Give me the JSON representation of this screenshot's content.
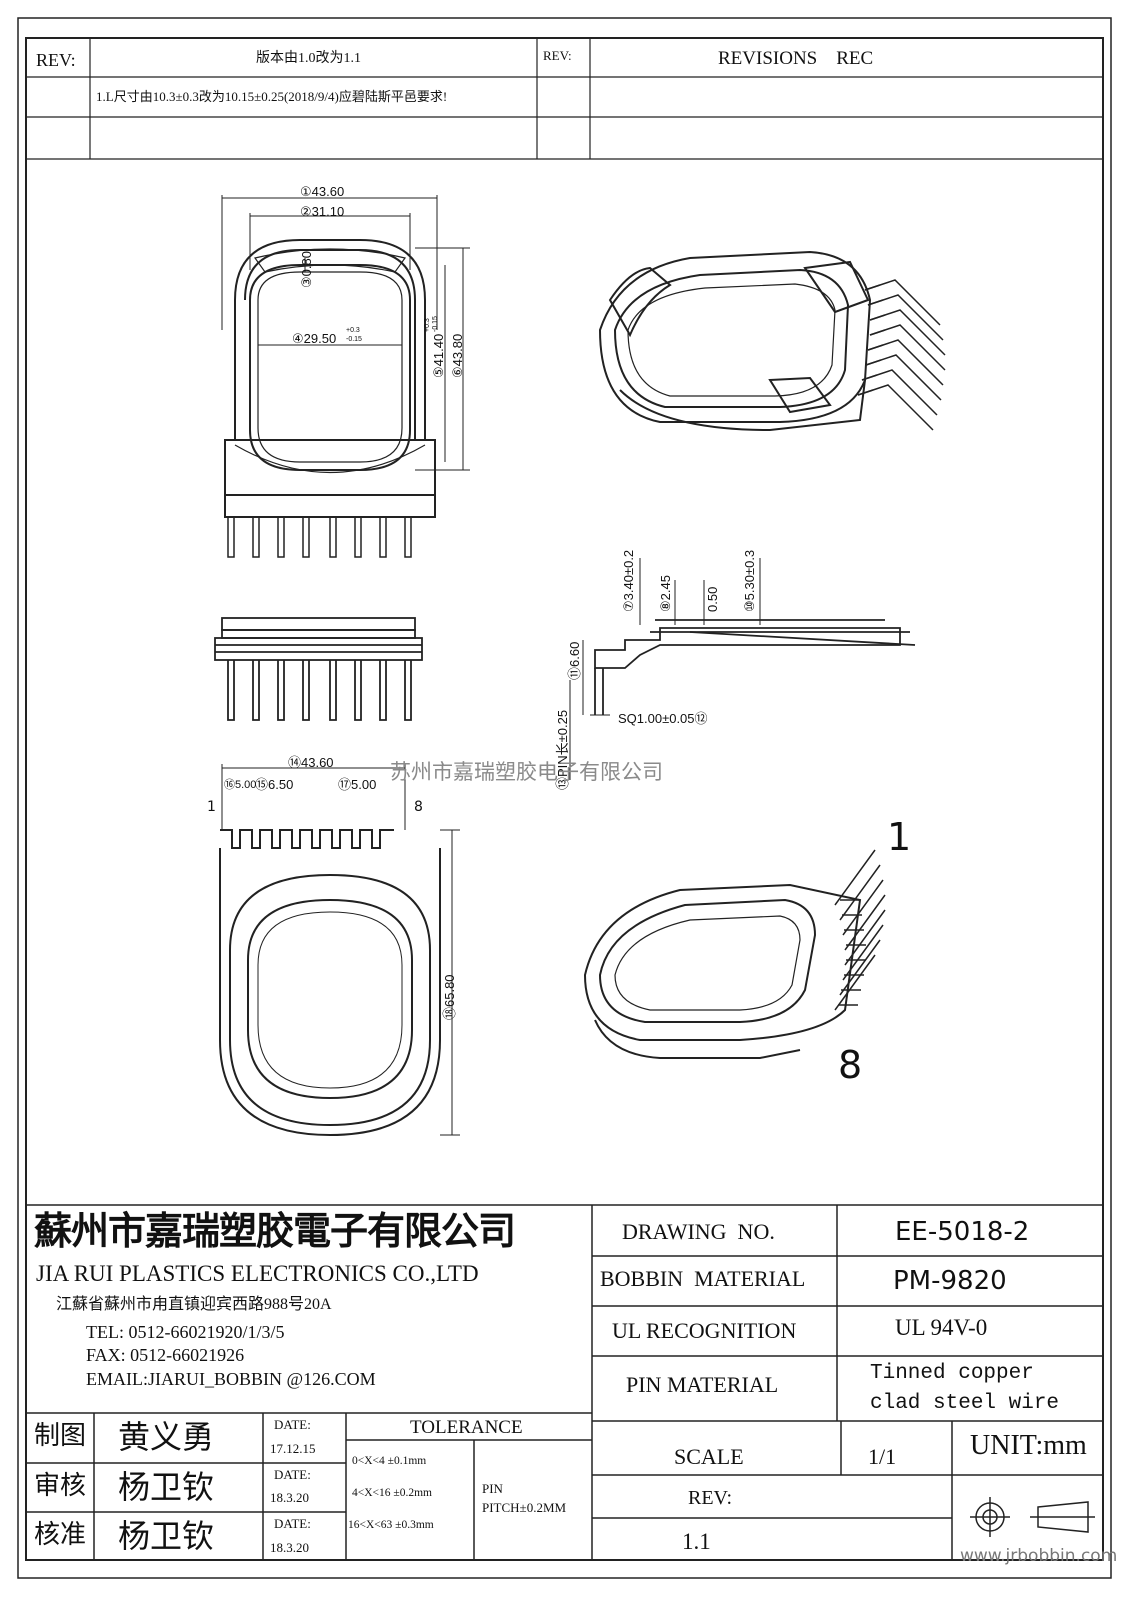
{
  "revision_table": {
    "rev_label_left": "REV:",
    "rev_label_right": "REV:",
    "row1_text": "版本由1.0改为1.1",
    "row2_text": "1.L尺寸由10.3±0.3改为10.15±0.25(2018/9/4)应碧陆斯平邑要求!",
    "revisions_header": "REVISIONS    REC"
  },
  "dimensions": {
    "d1": "①43.60",
    "d2": "②31.10",
    "d3": "③0.80",
    "d4": "④29.50",
    "d4_tol_plus": "+0.3",
    "d4_tol_minus": "-0.15",
    "d5": "⑤41.40",
    "d5_tol_plus": "+0.3",
    "d5_tol_minus": "-0.15",
    "d6": "⑥43.80",
    "d7": "⑦3.40±0.2",
    "d8": "⑧2.45",
    "d9": "0.50",
    "d10": "⑩5.30±0.3",
    "d11": "⑪6.60",
    "d12": "SQ1.00±0.05⑫",
    "d13": "⑬PIN长±0.25",
    "d14": "⑭43.60",
    "d15": "⑮6.50",
    "d16": "⑯5.00",
    "d17": "⑰5.00",
    "d18": "⑱65.80",
    "pin_first": "1",
    "pin_last": "8",
    "iso_pin_first": "1",
    "iso_pin_last": "8"
  },
  "watermark": "苏州市嘉瑞塑胶电子有限公司",
  "company": {
    "name_cn": "蘇州市嘉瑞塑胶電子有限公司",
    "name_en": "JIA RUI PLASTICS ELECTRONICS CO.,LTD",
    "address": "江蘇省蘇州市甪直镇迎宾西路988号20A",
    "tel": "TEL: 0512-66021920/1/3/5",
    "fax": "FAX: 0512-66021926",
    "email": "EMAIL:JIARUI_BOBBIN @126.COM"
  },
  "signoff": [
    {
      "role": "制图",
      "name": "黄义勇",
      "date_label": "DATE:",
      "date": "17.12.15"
    },
    {
      "role": "审核",
      "name": "杨卫钦",
      "date_label": "DATE:",
      "date": "18.3.20"
    },
    {
      "role": "核准",
      "name": "杨卫钦",
      "date_label": "DATE:",
      "date": "18.3.20"
    }
  ],
  "tolerance": {
    "header": "TOLERANCE",
    "rows": [
      "0<X<4 ±0.1mm",
      "4<X<16 ±0.2mm",
      "16<X<63 ±0.3mm"
    ],
    "pin_label": "PIN",
    "pin_pitch": "PITCH±0.2MM"
  },
  "title_block": {
    "drawing_no_label": "DRAWING  NO.",
    "drawing_no": "EE-5018-2",
    "bobbin_material_label": "BOBBIN  MATERIAL",
    "bobbin_material": "PM-9820",
    "ul_label": "UL RECOGNITION",
    "ul_value": "UL 94V-0",
    "pin_material_label": "PIN MATERIAL",
    "pin_material_line1": "Tinned copper",
    "pin_material_line2": "clad steel wire",
    "scale_label": "SCALE",
    "scale_value": "1/1",
    "unit": "UNIT:mm",
    "rev_label": "REV:",
    "rev_value": "1.1"
  },
  "footer_url": "www.jrbobbin.com"
}
